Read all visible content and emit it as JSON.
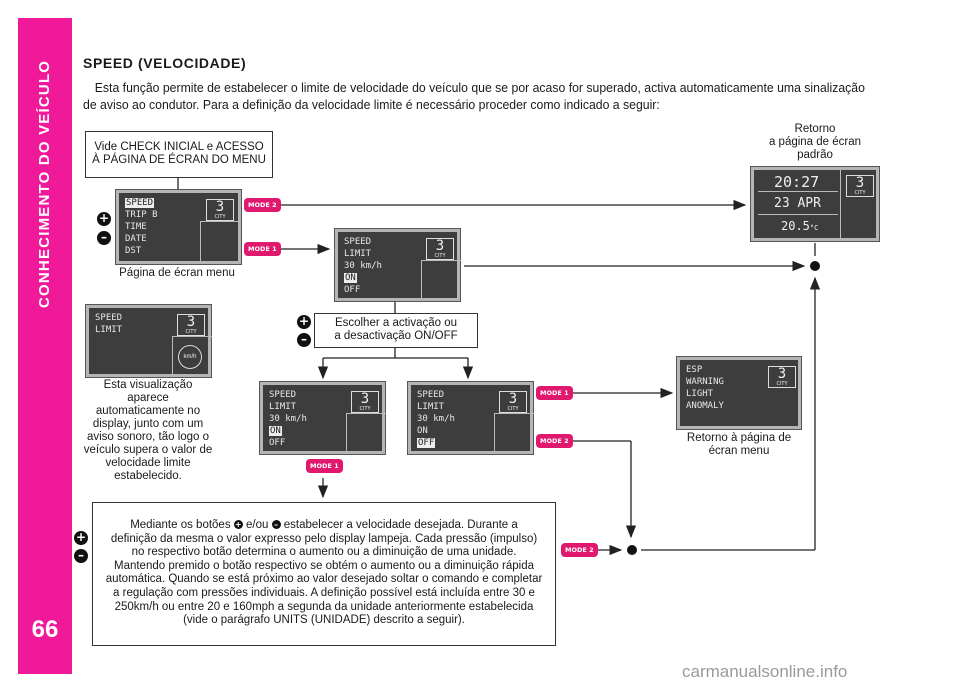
{
  "sidebar": {
    "section": "CONHECIMENTO DO VEÍCULO",
    "page_number": "66"
  },
  "title": "SPEED (VELOCIDADE)",
  "intro": "Esta função permite de estabelecer o limite de velocidade do veículo que se por acaso for superado, activa automaticamente uma sinalização de aviso ao condutor. Para a definição da velocidade limite é necessário proceder como indicado a seguir:",
  "start_box": {
    "line1": "Vide CHECK INICIAL e ACESSO",
    "line2": "À PÁGINA DE ÉCRAN DO MENU"
  },
  "menu_caption": "Página de écran menu",
  "return_top": {
    "line1": "Retorno",
    "line2": "a página de écran",
    "line3": "padrão"
  },
  "choose_box": {
    "line1": "Escolher a activação ou",
    "line2": "a desactivação ON/OFF"
  },
  "vis_caption": [
    "Esta visualização",
    "aparece",
    "automaticamente no",
    "display, junto com um",
    "aviso sonoro, tão logo o",
    "veículo supera o valor de",
    "velocidade limite",
    "estabelecido."
  ],
  "return_menu": {
    "line1": "Retorno à página de",
    "line2": "écran menu"
  },
  "bottom_box": {
    "line1a": "Mediante os botões",
    "line1b": "e/ou",
    "line1c": "estabelecer a velocidade desejada. Durante a",
    "lines": [
      "definição da mesma o valor expresso pelo display lampeja. Cada pressão (impulso)",
      "no respectivo botão determina o aumento ou a diminuição de uma unidade.",
      "Mantendo premido o botão respectivo se obtém o aumento ou a diminuição rápida",
      "automática. Quando se está próximo ao valor desejado soltar o comando e completar",
      "a regulação com pressões individuais. A definição possível está incluída entre 30 e",
      "250km/h ou entre 20 e 160mph a segunda da unidade anteriormente estabelecida",
      "(vide o parágrafo UNITS (UNIDADE) descrito a seguir)."
    ]
  },
  "buttons": {
    "mode1": "MODE 1",
    "mode2": "MODE 2",
    "plus": "+",
    "minus": "–"
  },
  "lcd": {
    "gear": "3",
    "gear_mode": "CITY",
    "menu": {
      "items": [
        "SPEED",
        "TRIP B",
        "TIME",
        "DATE",
        "DST"
      ]
    },
    "speed_limit": {
      "l1": "SPEED",
      "l2": "LIMIT",
      "l3": "30 km/h",
      "on": "ON",
      "off": "OFF"
    },
    "alert": {
      "l1": "SPEED",
      "l2": "LIMIT",
      "unit": "km/h"
    },
    "esp": {
      "l1": "ESP",
      "l2": "WARNING",
      "l3": "LIGHT",
      "l4": "ANOMALY"
    },
    "standard": {
      "time": "20:27",
      "date": "23 APR",
      "temp": "20.5",
      "temp_unit": "°C"
    }
  },
  "watermark": "carmanualsonline.info"
}
